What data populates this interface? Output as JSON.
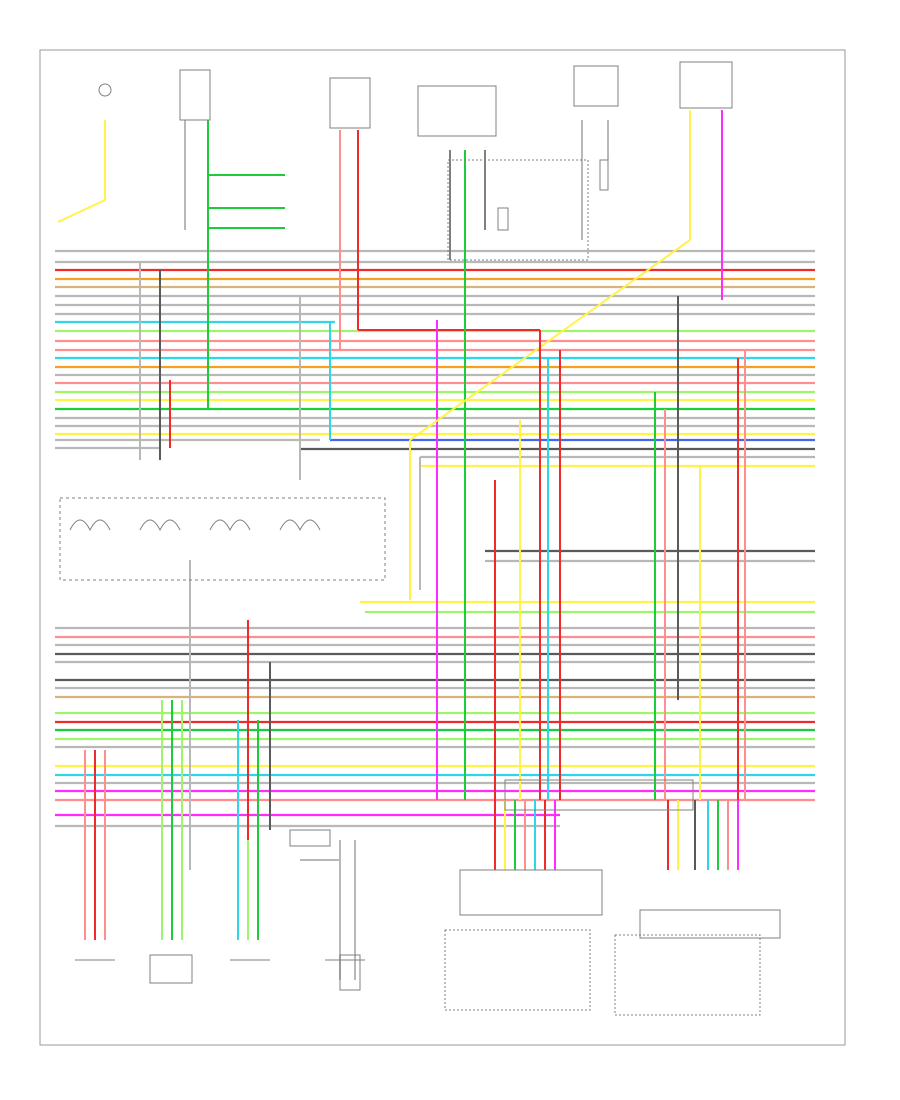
{
  "figure": {
    "footer_code": "",
    "colors": {
      "border": "#9a9a9a",
      "component_line": "#808080",
      "wire_gray": "#b8b8b8",
      "wire_dark": "#5a5a5a",
      "wire_black": "#222222",
      "wire_red": "#ee2a2a",
      "wire_pink": "#ff8f8f",
      "wire_yellow": "#fff34a",
      "wire_orange": "#f5a020",
      "wire_green": "#1ccc3a",
      "wire_lightgreen": "#9ef56a",
      "wire_cyan": "#2fd6e8",
      "wire_blue": "#4a66e8",
      "wire_magenta": "#ff2bff",
      "wire_tan": "#d9b37a",
      "wire_brown": "#a86a2a"
    }
  },
  "components": [
    {
      "id": "sensor-top-left",
      "label": ""
    },
    {
      "id": "switch-top-left-2",
      "label": ""
    },
    {
      "id": "relay-top",
      "label": ""
    },
    {
      "id": "fuel-pump-relay",
      "label": ""
    },
    {
      "id": "engine-coolant-sensor",
      "label": ""
    },
    {
      "id": "crankshaft-position-sensor",
      "label": ""
    },
    {
      "id": "ignition-control-module",
      "label": ""
    },
    {
      "id": "ignition-coil",
      "label": ""
    },
    {
      "id": "knock-sensor",
      "label": ""
    },
    {
      "id": "camshaft-sensor",
      "label": ""
    },
    {
      "id": "left-ignition-coils",
      "label": ""
    },
    {
      "id": "right-ignition-coils",
      "label": ""
    }
  ]
}
